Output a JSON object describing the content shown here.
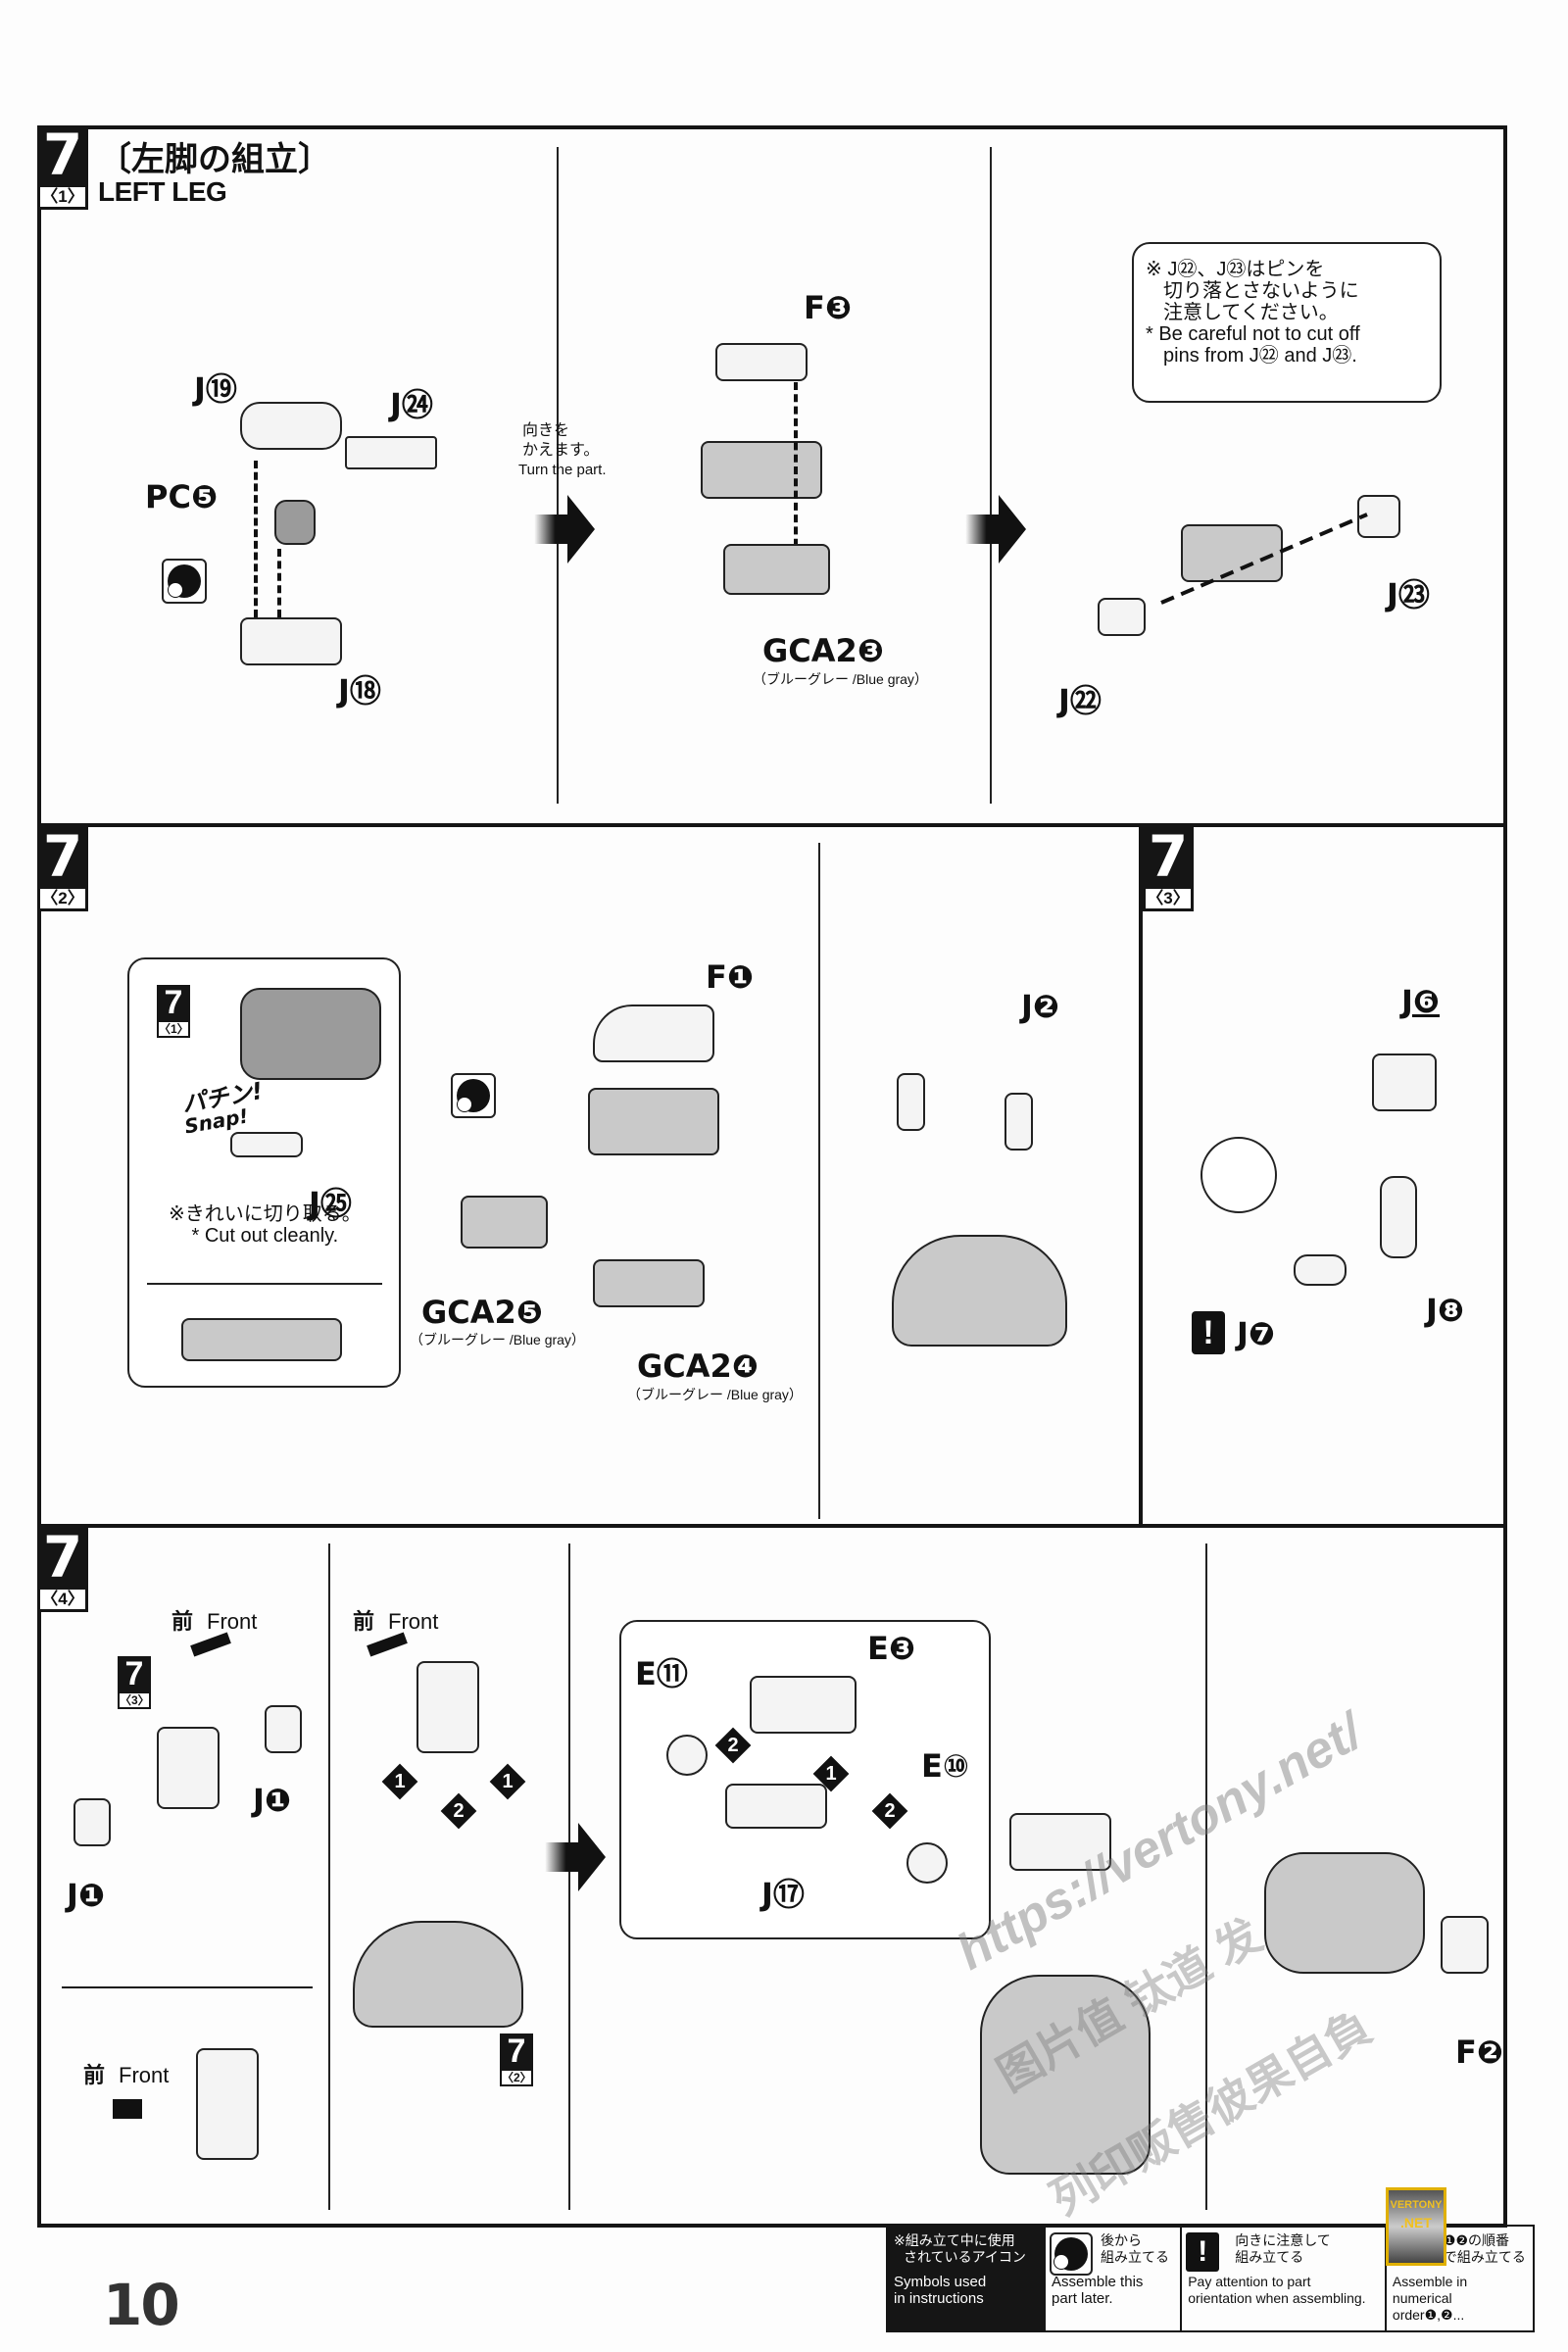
{
  "page": {
    "number": "10",
    "step": "7",
    "title_jp": "〔左脚の組立〕",
    "title_en": "LEFT LEG"
  },
  "panel1": {
    "sub": "〈1〉",
    "parts": {
      "j19": "J⑲",
      "j24": "J㉔",
      "pc5": "PC❺",
      "j18": "J⑱",
      "f3": "F❸",
      "gca2_3": "GCA2❸",
      "gca2_3_color": "（ブルーグレー /Blue gray）",
      "j23": "J㉓",
      "j22": "J㉒"
    },
    "turn_note": {
      "jp_line1": "向きを",
      "jp_line2": "かえます。",
      "en": "Turn the part."
    },
    "caution": {
      "jp_line1": "※ J㉒、J㉓はピンを",
      "jp_line2": "切り落とさないように",
      "jp_line3": "注意してください。",
      "en_line1": "* Be careful not to cut off",
      "en_line2": "pins from J㉒ and J㉓."
    }
  },
  "panel2": {
    "sub": "〈2〉",
    "inset_ref": {
      "step": "7",
      "sub": "〈1〉"
    },
    "snap_jp": "パチン!",
    "snap_en": "Snap!",
    "parts": {
      "j25": "J㉕",
      "f1": "F❶",
      "gca2_5": "GCA2❺",
      "gca2_5_color": "（ブルーグレー /Blue gray）",
      "gca2_4": "GCA2❹",
      "gca2_4_color": "（ブルーグレー /Blue gray）",
      "j2": "J❷"
    },
    "cut_note": {
      "jp": "※きれいに切り取る。",
      "en": "* Cut out cleanly."
    }
  },
  "panel3": {
    "sub": "〈3〉",
    "parts": {
      "j6": "J❻",
      "j7": "J❼",
      "j8": "J❽"
    }
  },
  "panel4": {
    "sub": "〈4〉",
    "front_label_jp": "前",
    "front_label_en": "Front",
    "ref_step3": {
      "step": "7",
      "sub": "〈3〉"
    },
    "ref_step2": {
      "step": "7",
      "sub": "〈2〉"
    },
    "order_marks": [
      "1",
      "2",
      "1"
    ],
    "parts": {
      "j1": "J❶",
      "e11": "E⑪",
      "e3": "E❸",
      "e10": "E⑩",
      "j17": "J⑰",
      "f2": "F❷"
    },
    "sub_orders": [
      "2",
      "1",
      "2"
    ]
  },
  "legend": {
    "head_jp_line1": "※組み立て中に使用",
    "head_jp_line2": "されているアイコン",
    "head_en_line1": "Symbols used",
    "head_en_line2": "in instructions",
    "later_jp_line1": "後から",
    "later_jp_line2": "組み立てる",
    "later_en_line1": "Assemble this",
    "later_en_line2": "part later.",
    "orient_jp_line1": "向きに注意して",
    "orient_jp_line2": "組み立てる",
    "orient_en_line1": "Pay attention to part",
    "orient_en_line2": "orientation when assembling.",
    "order_jp_line1": "❶❷の順番",
    "order_jp_line2": "で組み立てる",
    "order_en_line1": "Assemble in numerical",
    "order_en_line2": "order❶,❷..."
  },
  "watermark": {
    "url": "https://vertony.net/",
    "cn_line1": "图片值 钛道 发",
    "cn_line2": "列印贩售彼果自負",
    "logo_line1": "VERTONY",
    "logo_line2": ".NET"
  },
  "colors": {
    "ink": "#151515",
    "part_gray": "#c9c9c9",
    "logo_gold": "#e0b000"
  }
}
